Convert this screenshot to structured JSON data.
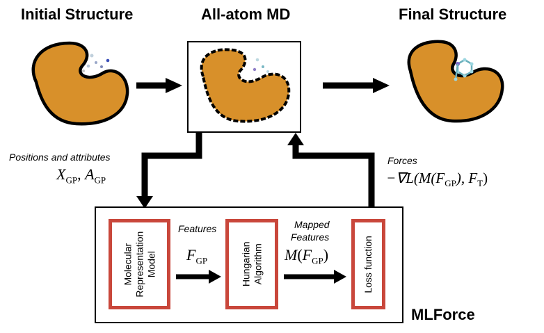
{
  "titles": {
    "initial": "Initial Structure",
    "md": "All-atom MD",
    "final": "Final Structure"
  },
  "labels": {
    "positions": "Positions and attributes",
    "forces": "Forces",
    "features": "Features",
    "mapped_features_1": "Mapped",
    "mapped_features_2": "Features",
    "mlforce": "MLForce"
  },
  "math": {
    "x": "X",
    "gp": "GP",
    "a": "A",
    "f": "F",
    "m": "M",
    "t": "T",
    "nabla_l": "−∇L(M(",
    "loss_tail": "), F"
  },
  "boxes": {
    "molecular_1": "Molecular",
    "molecular_2": "Representation",
    "molecular_3": "Model",
    "hungarian_1": "Hungarian",
    "hungarian_2": "Algorithm",
    "loss": "Loss function"
  },
  "colors": {
    "protein": "#d8902a",
    "box_red": "#c9473b",
    "outline": "#000000"
  }
}
